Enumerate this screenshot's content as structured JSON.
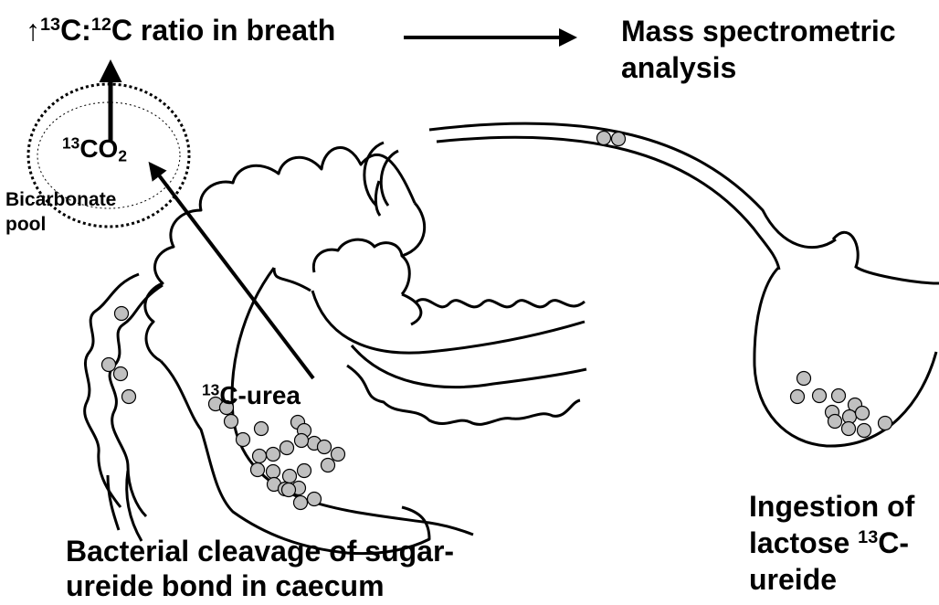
{
  "breath": {
    "up_arrow_glyph": "↑",
    "iso13": "13",
    "c1": "C:",
    "iso12": "12",
    "rest": "C ratio in breath"
  },
  "mass_spec": {
    "line1": "Mass spectrometric",
    "line2": "analysis"
  },
  "co2": {
    "iso": "13",
    "body": "CO",
    "sub": "2"
  },
  "bicarbonate": {
    "line1": "Bicarbonate",
    "line2": "pool"
  },
  "urea": {
    "iso": "13",
    "body": "C-urea"
  },
  "bacterial": {
    "line1": "Bacterial cleavage of sugar-",
    "line2": "ureide bond in caecum"
  },
  "ingestion": {
    "line1": "Ingestion of",
    "line2_pre": "lactose ",
    "line2_iso": "13",
    "line2_post": "C-",
    "line3": "ureide"
  },
  "colors": {
    "ink": "#000000",
    "particle_fill": "#c0c0c0",
    "background": "#ffffff"
  }
}
